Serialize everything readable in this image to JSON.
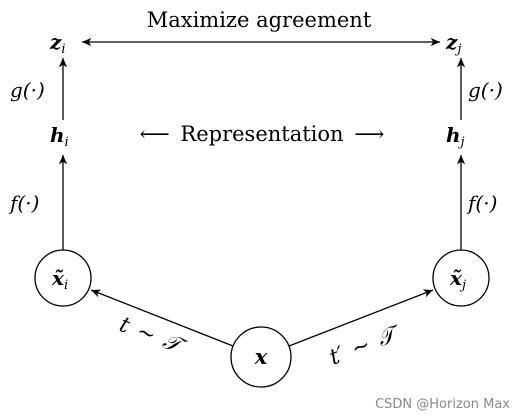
{
  "top": {
    "label": "Maximize agreement"
  },
  "middle": {
    "left_arrow": "⟵",
    "label": "Representation",
    "right_arrow": "⟶"
  },
  "nodes": {
    "z_i": {
      "base": "z",
      "sub": "i"
    },
    "z_j": {
      "base": "z",
      "sub": "j"
    },
    "h_i": {
      "base": "h",
      "sub": "i"
    },
    "h_j": {
      "base": "h",
      "sub": "j"
    },
    "xt_i": {
      "base": "x̃",
      "sub": "i"
    },
    "xt_j": {
      "base": "x̃",
      "sub": "j"
    },
    "x": {
      "base": "x"
    }
  },
  "functions": {
    "g_left": "g(·)",
    "g_right": "g(·)",
    "f_left": "f(·)",
    "f_right": "f(·)"
  },
  "augment": {
    "left": {
      "var": "t",
      "op": "~",
      "set": "𝒯"
    },
    "right": {
      "var": "t′",
      "op": "~",
      "set": "𝒯"
    }
  },
  "watermark": "CSDN @Horizon Max"
}
